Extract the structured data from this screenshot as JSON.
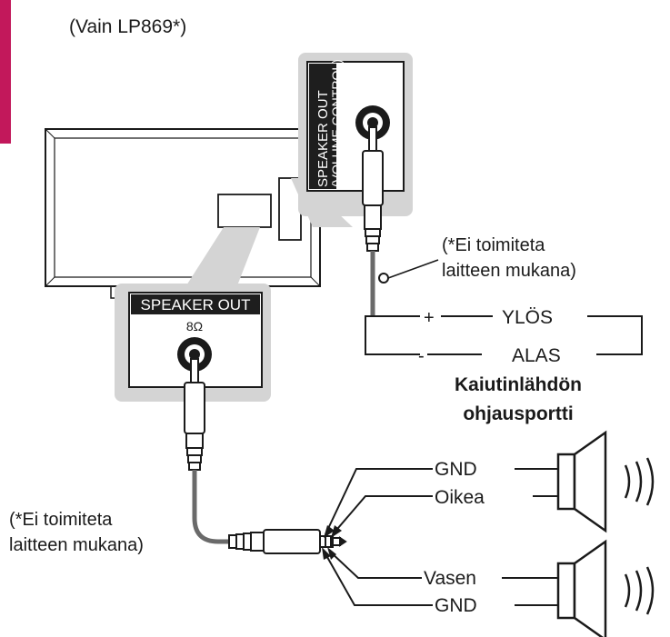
{
  "header_note": "(Vain LP869*)",
  "speaker_out_volume_label": [
    "SPEAKER OUT",
    "(VOLUME CONTROL)"
  ],
  "speaker_out_label": "SPEAKER OUT",
  "impedance": "8Ω",
  "not_supplied_note_top": [
    "(*Ei toimiteta",
    "laitteen mukana)"
  ],
  "not_supplied_note_left": [
    "(*Ei toimiteta",
    "laitteen mukana)"
  ],
  "control_port": {
    "plus": "+",
    "up": "YLÖS",
    "minus": "-",
    "down": "ALAS",
    "title": [
      "Kaiutinlähdön",
      "ohjausportti"
    ]
  },
  "plug_pins": [
    "GND",
    "Oikea",
    "Vasen",
    "GND"
  ],
  "colors": {
    "accent_tab": "#c2185b",
    "panel_bg": "#d4d4d4",
    "label_bar": "#1e1e1e",
    "line": "#1a1a1a",
    "cable": "#6a6a6a"
  }
}
